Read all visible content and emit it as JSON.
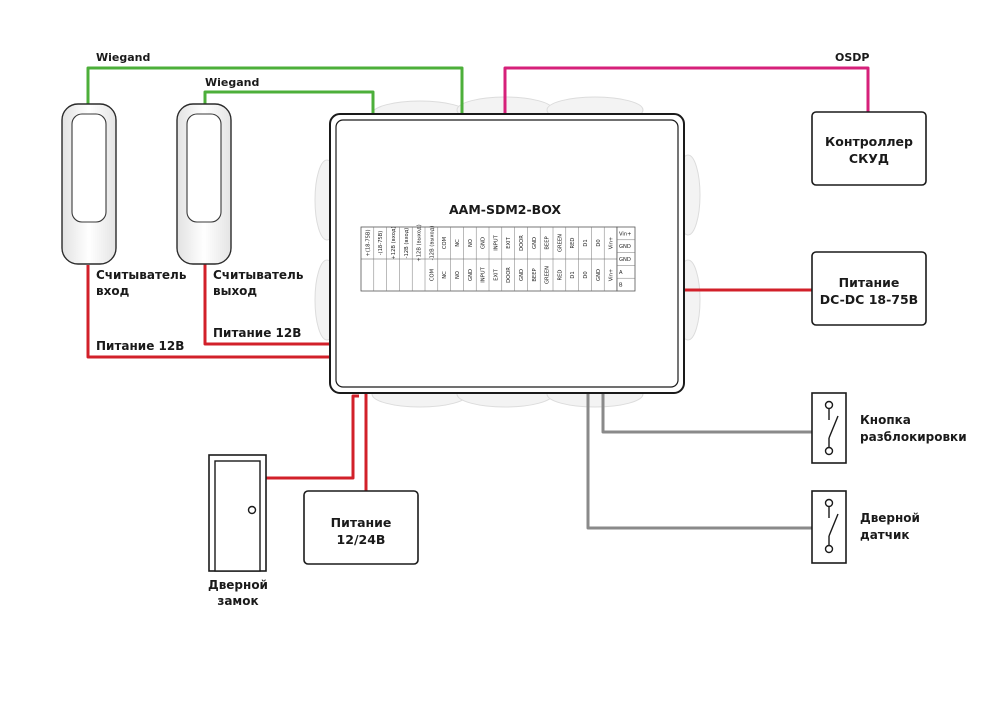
{
  "device": {
    "title": "AAM-SDM2-BOX",
    "terminals_upper": [
      "+(18-75В)",
      "-(18-75В)",
      "+12В (вход)",
      "-12В (вход)",
      "+12В (выход)",
      "-12В (выход)",
      "COM",
      "NC",
      "NO",
      "GND",
      "INPUT",
      "EXIT",
      "DOOR",
      "GND",
      "BEEP",
      "GREEN",
      "RED",
      "D1",
      "D0",
      "Vin+"
    ],
    "terminals_lower": [
      "COM",
      "NC",
      "NO",
      "GND",
      "INPUT",
      "EXIT",
      "DOOR",
      "GND",
      "BEEP",
      "GREEN",
      "RED",
      "D1",
      "D0",
      "GND",
      "Vin+"
    ],
    "terminals_right": [
      "Vin+",
      "GND",
      "GND",
      "A",
      "B"
    ]
  },
  "labels": {
    "wiegand_outer": "Wiegand",
    "wiegand_inner": "Wiegand",
    "osdp": "OSDP",
    "reader_in_l1": "Считыватель",
    "reader_in_l2": "вход",
    "reader_out_l1": "Считыватель",
    "reader_out_l2": "выход",
    "power12_in": "Питание 12В",
    "power12_out": "Питание 12В",
    "controller_l1": "Контроллер",
    "controller_l2": "СКУД",
    "dcdc_l1": "Питание",
    "dcdc_l2": "DC-DC 18-75В",
    "psu_l1": "Питание",
    "psu_l2": "12/24В",
    "lock_l1": "Дверной",
    "lock_l2": "замок",
    "button_l1": "Кнопка",
    "button_l2": "разблокировки",
    "sensor_l1": "Дверной",
    "sensor_l2": "датчик"
  },
  "colors": {
    "wiegand": "#4caf3a",
    "osdp": "#d6207a",
    "power": "#d2202a",
    "signal": "#8a8a8a",
    "outline": "#1a1a1a"
  }
}
